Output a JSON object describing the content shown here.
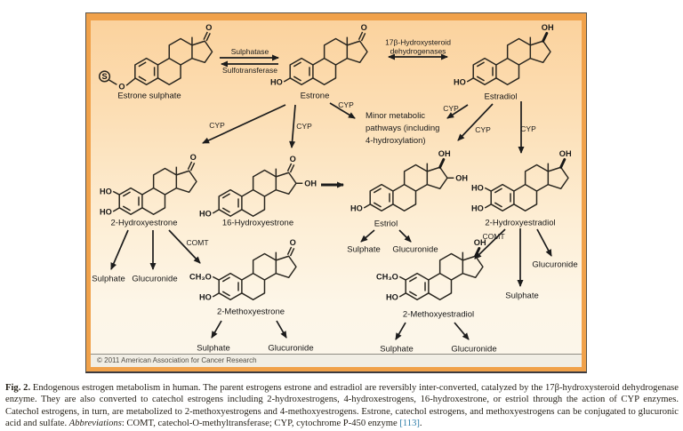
{
  "figure": {
    "copyright": "© 2011 American Association for Cancer Research",
    "enzymes": {
      "sulphatase": "Sulphatase",
      "sulfotransferase": "Sulfotransferase",
      "hsd_line1": "17β-Hydroxysteroid",
      "hsd_line2": "dehydrogenases",
      "cyp": "CYP",
      "comt": "COMT"
    },
    "minor_pathway": {
      "line1": "Minor metabolic",
      "line2": "pathways (including",
      "line3": "4-hydroxylation)"
    },
    "conjugates": {
      "sulphate": "Sulphate",
      "glucuronide": "Glucuronide"
    },
    "atoms": {
      "ho": "HO",
      "oh": "OH",
      "o": "O",
      "s": "S",
      "ch3o": "CH₃O"
    },
    "molecules": {
      "estrone_sulphate": "Estrone sulphate",
      "estrone": "Estrone",
      "estradiol": "Estradiol",
      "hydroxyestrone2": "2-Hydroxyestrone",
      "hydroxyestrone16": "16-Hydroxyestrone",
      "estriol": "Estriol",
      "hydroxyestradiol2": "2-Hydroxyestradiol",
      "methoxyestrone2": "2-Methoxyestrone",
      "methoxyestradiol2": "2-Methoxyestradiol"
    }
  },
  "caption": {
    "fig_label": "Fig. 2.",
    "body": " Endogenous estrogen metabolism in human. The parent estrogens estrone and estradiol are reversibly inter-converted, catalyzed by the 17β-hydroxysteroid dehydrogenase enzyme. They are also converted to catechol estrogens including 2-hydroxestrogens, 4-hydroxestrogens, 16-hydroxestrone, or estriol through the action of CYP enzymes. Catechol estrogens, in turn, are metabolized to 2-methoxyestrogens and 4-methoxyestrogens. Estrone, catechol estrogens, and methoxyestrogens can be conjugated to glucuronic acid and sulfate. ",
    "abbrev_label": "Abbreviations",
    "abbrev_rest": ": COMT, catechol-O-methyltransferase; CYP, cytochrome P-450 enzyme ",
    "ref": "[113]",
    "period": "."
  }
}
